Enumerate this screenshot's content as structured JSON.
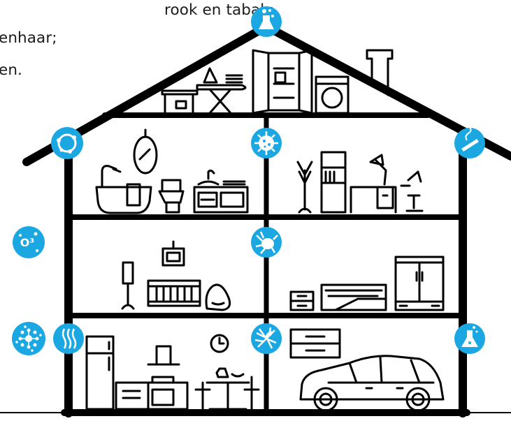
{
  "text_lines": [
    "rook en tabak;",
    "enhaar;",
    "en."
  ],
  "colors": {
    "accent": "#1ba7e1",
    "line": "#000000",
    "background": "#ffffff"
  },
  "icons": {
    "roof_top": "flask-bubbles-icon",
    "roof_left": "dust-circle-icon",
    "roof_right": "cigarette-smoke-icon",
    "floor1_center": "virus-spore-icon",
    "floor2_center": "dust-mite-icon",
    "floor3_center": "mosquito-icon",
    "outside_ozone": "ozone-o3-icon",
    "outside_pollen": "pollen-icon",
    "ground_left": "humidity-waves-icon",
    "ground_right": "chemical-flask-icon"
  },
  "ozone_label": "O³"
}
